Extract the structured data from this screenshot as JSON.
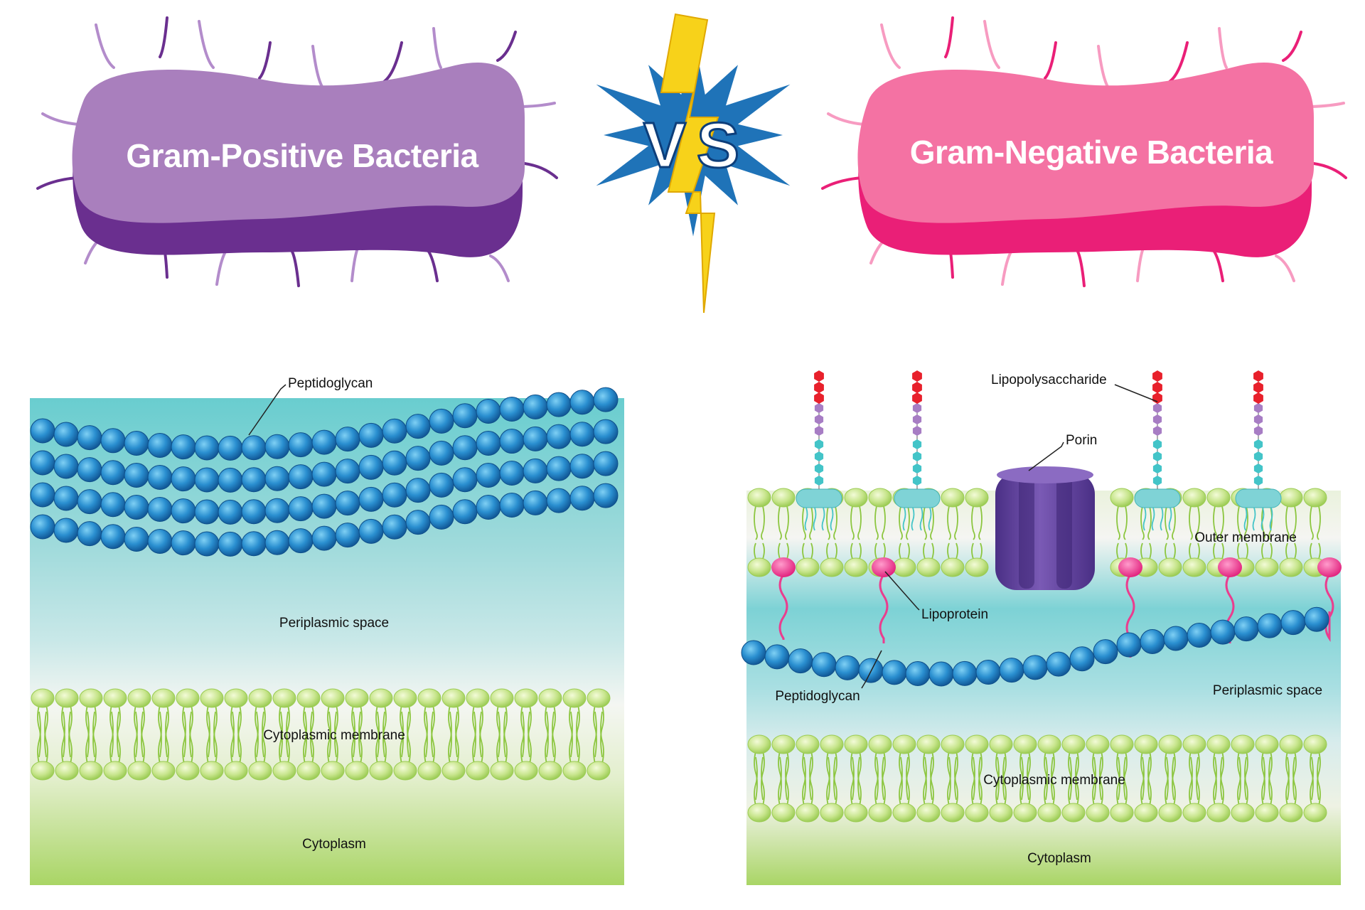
{
  "titles": {
    "positive": "Gram-Positive Bacteria",
    "negative": "Gram-Negative Bacteria",
    "versus_v": "V",
    "versus_s": "S"
  },
  "positive_panel": {
    "peptidoglycan": "Peptidoglycan",
    "periplasmic_space": "Periplasmic space",
    "cytoplasmic_membrane": "Cytoplasmic membrane",
    "cytoplasm": "Cytoplasm"
  },
  "negative_panel": {
    "lipopolysaccharide": "Lipopolysaccharide",
    "porin": "Porin",
    "outer_membrane": "Outer membrane",
    "lipoprotein": "Lipoprotein",
    "peptidoglycan": "Peptidoglycan",
    "periplasmic_space": "Periplasmic space",
    "cytoplasmic_membrane": "Cytoplasmic membrane",
    "cytoplasm": "Cytoplasm"
  },
  "colors": {
    "positive_body": "#a97fbd",
    "positive_shadow": "#6a2f8f",
    "negative_body": "#f472a3",
    "negative_shadow": "#ea1f77",
    "vs_burst": "#1f73b8",
    "lightning": "#f7d21a",
    "sphere": "#2a8fd0",
    "lipid_head": "#c7e58c",
    "lipid_tail": "#8cc63f",
    "porin": "#5c3c98",
    "lps_red": "#e8202b",
    "lps_purple": "#a77dc4",
    "lps_teal": "#43c4c8",
    "lipoprotein": "#ea3d8e"
  }
}
